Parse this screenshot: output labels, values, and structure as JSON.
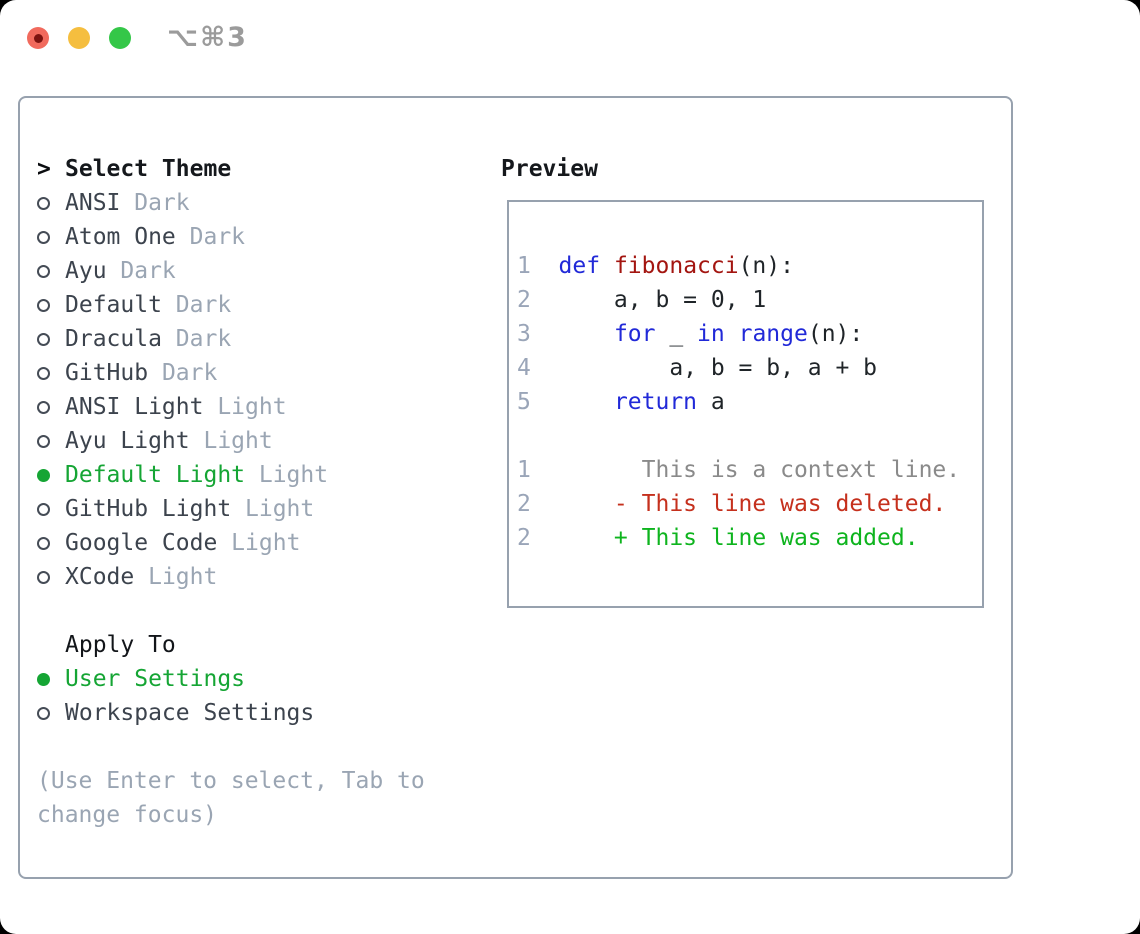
{
  "titlebar": {
    "title": "⌥⌘3",
    "buttons": [
      "close",
      "minimize",
      "zoom"
    ]
  },
  "colors": {
    "panel_border": "#97A1AE",
    "window_title": "#9B9B9B",
    "item_text": "#3C434D",
    "header_text": "#15181C",
    "muted_text": "#9AA5B3",
    "selection_green": "#15A534",
    "keyword_blue": "#2129D8",
    "function_red": "#A31510",
    "line_number": "#9AA5B8",
    "code_text": "#1F2428",
    "context_gray": "#8A8A8A",
    "deleted_red": "#C5301D",
    "added_green": "#0EB41E",
    "traffic_red": "#F16A5D",
    "traffic_red_dot": "#7C1310",
    "traffic_yellow": "#F5BE3F",
    "traffic_green": "#34C748"
  },
  "theme_picker": {
    "header_marker": ">",
    "header_label": "Select Theme",
    "items": [
      {
        "name": "ANSI",
        "variant": "Dark",
        "selected": false
      },
      {
        "name": "Atom One",
        "variant": "Dark",
        "selected": false
      },
      {
        "name": "Ayu",
        "variant": "Dark",
        "selected": false
      },
      {
        "name": "Default",
        "variant": "Dark",
        "selected": false
      },
      {
        "name": "Dracula",
        "variant": "Dark",
        "selected": false
      },
      {
        "name": "GitHub",
        "variant": "Dark",
        "selected": false
      },
      {
        "name": "ANSI Light",
        "variant": "Light",
        "selected": false
      },
      {
        "name": "Ayu Light",
        "variant": "Light",
        "selected": false
      },
      {
        "name": "Default Light",
        "variant": "Light",
        "selected": true
      },
      {
        "name": "GitHub Light",
        "variant": "Light",
        "selected": false
      },
      {
        "name": "Google Code",
        "variant": "Light",
        "selected": false
      },
      {
        "name": "XCode",
        "variant": "Light",
        "selected": false
      }
    ]
  },
  "apply_to": {
    "label": "Apply To",
    "options": [
      {
        "name": "User Settings",
        "selected": true
      },
      {
        "name": "Workspace Settings",
        "selected": false
      }
    ]
  },
  "hint_lines": [
    "(Use Enter to select, Tab to",
    "change focus)"
  ],
  "preview": {
    "label": "Preview",
    "lines": [
      {
        "num": "1",
        "tokens": [
          {
            "t": "def",
            "c": "keyword"
          },
          {
            "t": " ",
            "c": "plain"
          },
          {
            "t": "fibonacci",
            "c": "function"
          },
          {
            "t": "(n):",
            "c": "plain"
          }
        ]
      },
      {
        "num": "2",
        "tokens": [
          {
            "t": "    a, b = 0, 1",
            "c": "plain"
          }
        ]
      },
      {
        "num": "3",
        "tokens": [
          {
            "t": "    ",
            "c": "plain"
          },
          {
            "t": "for",
            "c": "keyword"
          },
          {
            "t": " _ ",
            "c": "plain"
          },
          {
            "t": "in",
            "c": "keyword"
          },
          {
            "t": " ",
            "c": "plain"
          },
          {
            "t": "range",
            "c": "keyword"
          },
          {
            "t": "(n):",
            "c": "plain"
          }
        ]
      },
      {
        "num": "4",
        "tokens": [
          {
            "t": "        a, b = b, a + b",
            "c": "plain"
          }
        ]
      },
      {
        "num": "5",
        "tokens": [
          {
            "t": "    ",
            "c": "plain"
          },
          {
            "t": "return",
            "c": "keyword"
          },
          {
            "t": " a",
            "c": "plain"
          }
        ]
      },
      {
        "num": "",
        "tokens": []
      },
      {
        "num": "1",
        "tokens": [
          {
            "t": "      This is a context line.",
            "c": "context"
          }
        ]
      },
      {
        "num": "2",
        "tokens": [
          {
            "t": "    - This line was deleted.",
            "c": "deleted"
          }
        ]
      },
      {
        "num": "2",
        "tokens": [
          {
            "t": "    + This line was added.",
            "c": "added"
          }
        ]
      }
    ]
  }
}
